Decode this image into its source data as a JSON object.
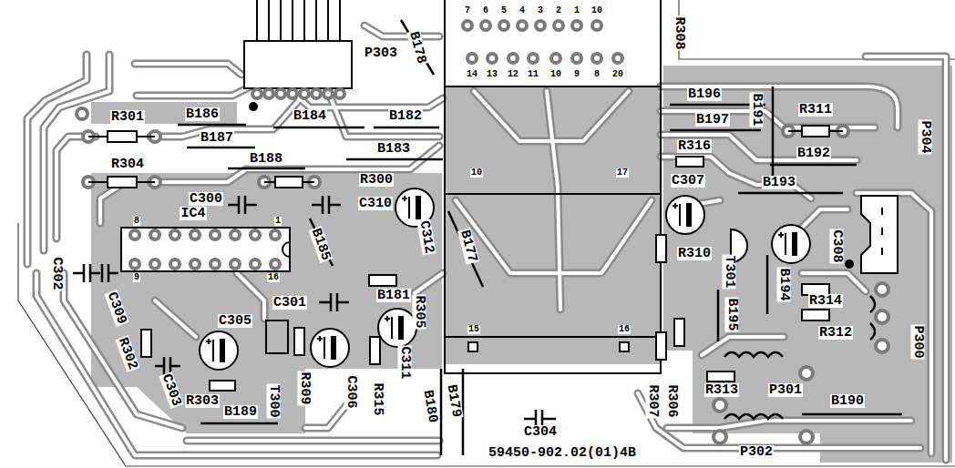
{
  "diagram": {
    "labels": [
      "7",
      "6",
      "5",
      "4",
      "3",
      "2",
      "1",
      "10",
      "14",
      "13",
      "12",
      "11",
      "10",
      "9",
      "8",
      "20",
      "P303",
      "B178",
      "R308",
      "B186",
      "B184",
      "B187",
      "B182",
      "R301",
      "B188",
      "B183",
      "B196",
      "B197",
      "B191",
      "R311",
      "P304",
      "R316",
      "B192",
      "C307",
      "B193",
      "R304",
      "R300",
      "C300",
      "C310",
      "IC4",
      "10",
      "17",
      "8",
      "1",
      "C312",
      "B185",
      "B177",
      "R310",
      "T301",
      "C308",
      "B194",
      "B195",
      "C302",
      "C309",
      "9",
      "16",
      "B181",
      "C301",
      "R305",
      "C305",
      "R314",
      "R312",
      "P300",
      "R302",
      "C311",
      "15",
      "16",
      "R313",
      "P301",
      "C303",
      "R303",
      "T300",
      "R309",
      "C306",
      "R315",
      "B180",
      "B179",
      "C304",
      "R306",
      "R307",
      "B190",
      "B189",
      "P302",
      "59450-902.02(01)4B"
    ]
  }
}
